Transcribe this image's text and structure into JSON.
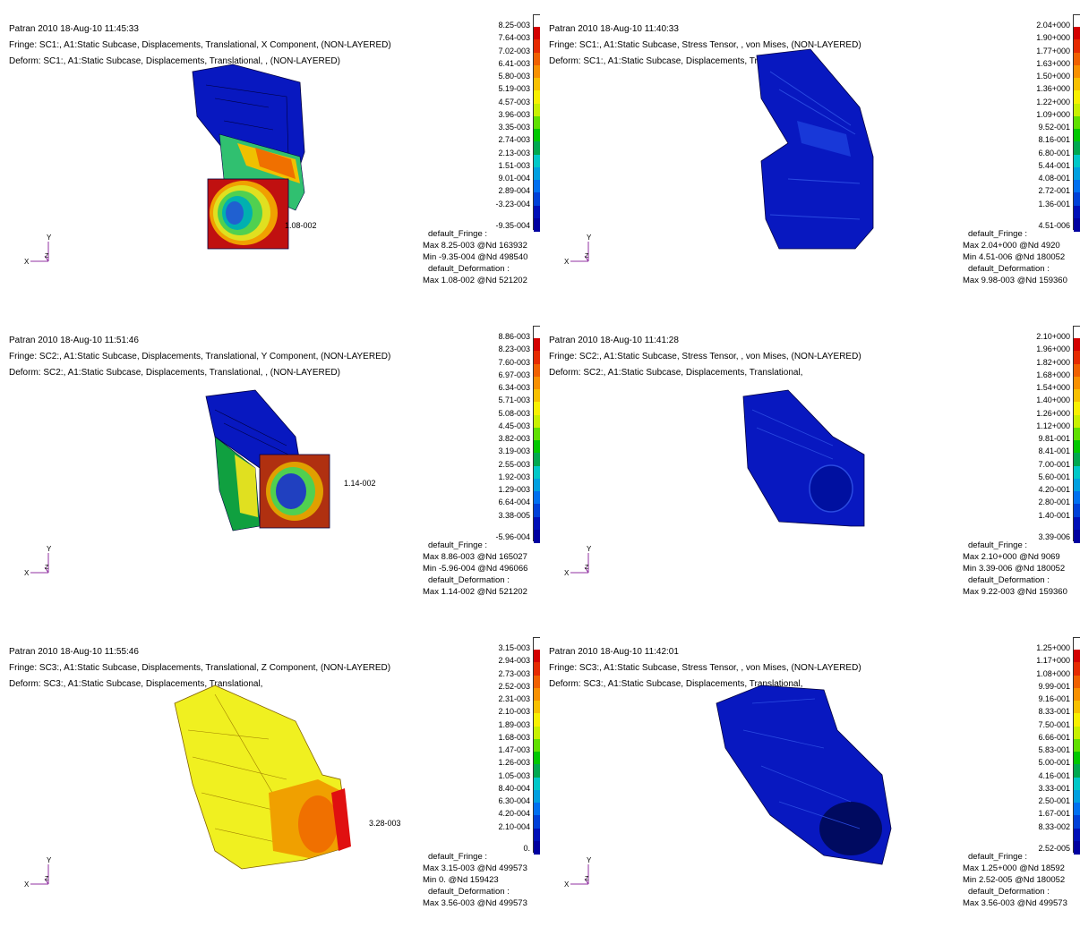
{
  "panels": [
    {
      "id": "p1",
      "header": "Patran 2010  18-Aug-10 11:45:33",
      "fringe": "Fringe: SC1:, A1:Static Subcase, Displacements, Translational, X Component, (NON-LAYERED)",
      "deform": "Deform: SC1:, A1:Static Subcase, Displacements, Translational, , (NON-LAYERED)",
      "scale_labels": [
        "8.25-003",
        "7.64-003",
        "7.02-003",
        "6.41-003",
        "5.80-003",
        "5.19-003",
        "4.57-003",
        "3.96-003",
        "3.35-003",
        "2.74-003",
        "2.13-003",
        "1.51-003",
        "9.01-004",
        "2.89-004",
        "-3.23-004",
        "-9.35-004"
      ],
      "annotation": "1.08-002",
      "footer": [
        "default_Fringe :",
        "Max 8.25-003 @Nd 163932",
        "Min -9.35-004 @Nd 498540",
        "default_Deformation :",
        "Max 1.08-002 @Nd 521202"
      ],
      "model": "x-disp"
    },
    {
      "id": "p2",
      "header": "Patran 2010  18-Aug-10 11:40:33",
      "fringe": "Fringe: SC1:, A1:Static Subcase, Stress Tensor, , von Mises, (NON-LAYERED)",
      "deform": "Deform: SC1:, A1:Static Subcase, Displacements, Translational,",
      "scale_labels": [
        "2.04+000",
        "1.90+000",
        "1.77+000",
        "1.63+000",
        "1.50+000",
        "1.36+000",
        "1.22+000",
        "1.09+000",
        "9.52-001",
        "8.16-001",
        "6.80-001",
        "5.44-001",
        "4.08-001",
        "2.72-001",
        "1.36-001",
        "4.51-006"
      ],
      "annotation": "",
      "footer": [
        "default_Fringe :",
        "Max 2.04+000 @Nd 4920",
        "Min 4.51-006 @Nd 180052",
        "default_Deformation :",
        "Max 9.98-003 @Nd 159360"
      ],
      "model": "vm1"
    },
    {
      "id": "p3",
      "header": "Patran 2010  18-Aug-10 11:51:46",
      "fringe": "Fringe: SC2:, A1:Static Subcase, Displacements, Translational, Y Component, (NON-LAYERED)",
      "deform": "Deform: SC2:, A1:Static Subcase, Displacements, Translational, , (NON-LAYERED)",
      "scale_labels": [
        "8.86-003",
        "8.23-003",
        "7.60-003",
        "6.97-003",
        "6.34-003",
        "5.71-003",
        "5.08-003",
        "4.45-003",
        "3.82-003",
        "3.19-003",
        "2.55-003",
        "1.92-003",
        "1.29-003",
        "6.64-004",
        "3.38-005",
        "-5.96-004"
      ],
      "annotation": "1.14-002",
      "footer": [
        "default_Fringe :",
        "Max 8.86-003 @Nd 165027",
        "Min -5.96-004 @Nd 496066",
        "default_Deformation :",
        "Max 1.14-002 @Nd 521202"
      ],
      "model": "y-disp"
    },
    {
      "id": "p4",
      "header": "Patran 2010  18-Aug-10 11:41:28",
      "fringe": "Fringe: SC2:, A1:Static Subcase, Stress Tensor, , von Mises, (NON-LAYERED)",
      "deform": "Deform: SC2:, A1:Static Subcase, Displacements, Translational,",
      "scale_labels": [
        "2.10+000",
        "1.96+000",
        "1.82+000",
        "1.68+000",
        "1.54+000",
        "1.40+000",
        "1.26+000",
        "1.12+000",
        "9.81-001",
        "8.41-001",
        "7.00-001",
        "5.60-001",
        "4.20-001",
        "2.80-001",
        "1.40-001",
        "3.39-006"
      ],
      "annotation": "",
      "footer": [
        "default_Fringe :",
        "Max 2.10+000 @Nd 9069",
        "Min 3.39-006 @Nd 180052",
        "default_Deformation :",
        "Max 9.22-003 @Nd 159360"
      ],
      "model": "vm2"
    },
    {
      "id": "p5",
      "header": "Patran 2010  18-Aug-10 11:55:46",
      "fringe": "Fringe: SC3:, A1:Static Subcase, Displacements, Translational, Z Component, (NON-LAYERED)",
      "deform": "Deform: SC3:, A1:Static Subcase, Displacements, Translational,",
      "scale_labels": [
        "3.15-003",
        "2.94-003",
        "2.73-003",
        "2.52-003",
        "2.31-003",
        "2.10-003",
        "1.89-003",
        "1.68-003",
        "1.47-003",
        "1.26-003",
        "1.05-003",
        "8.40-004",
        "6.30-004",
        "4.20-004",
        "2.10-004",
        "0."
      ],
      "annotation": "3.28-003",
      "footer": [
        "default_Fringe :",
        "Max 3.15-003 @Nd 499573",
        "Min 0. @Nd 159423",
        "default_Deformation :",
        "Max 3.56-003 @Nd 499573"
      ],
      "model": "z-disp"
    },
    {
      "id": "p6",
      "header": "Patran 2010  18-Aug-10 11:42:01",
      "fringe": "Fringe: SC3:, A1:Static Subcase, Stress Tensor, , von Mises, (NON-LAYERED)",
      "deform": "Deform: SC3:, A1:Static Subcase, Displacements, Translational,",
      "scale_labels": [
        "1.25+000",
        "1.17+000",
        "1.08+000",
        "9.99-001",
        "9.16-001",
        "8.33-001",
        "7.50-001",
        "6.66-001",
        "5.83-001",
        "5.00-001",
        "4.16-001",
        "3.33-001",
        "2.50-001",
        "1.67-001",
        "8.33-002",
        "2.52-005"
      ],
      "annotation": "",
      "footer": [
        "default_Fringe :",
        "Max 1.25+000 @Nd 18592",
        "Min 2.52-005 @Nd 180052",
        "default_Deformation :",
        "Max 3.56-003 @Nd 499573"
      ],
      "model": "vm3"
    }
  ],
  "axis_labels": {
    "x": "X",
    "y": "Y",
    "z": "Z"
  },
  "colors": {
    "fringe_scale": [
      "#d40000",
      "#e62a00",
      "#f06000",
      "#f89000",
      "#f8c000",
      "#f8f000",
      "#c8f000",
      "#60e000",
      "#00c800",
      "#00a850",
      "#00c8c8",
      "#00a0e0",
      "#0070f0",
      "#0040d8",
      "#0010b8",
      "#0000a0"
    ],
    "blue_model": "#0818c0",
    "edge": "#000040"
  }
}
